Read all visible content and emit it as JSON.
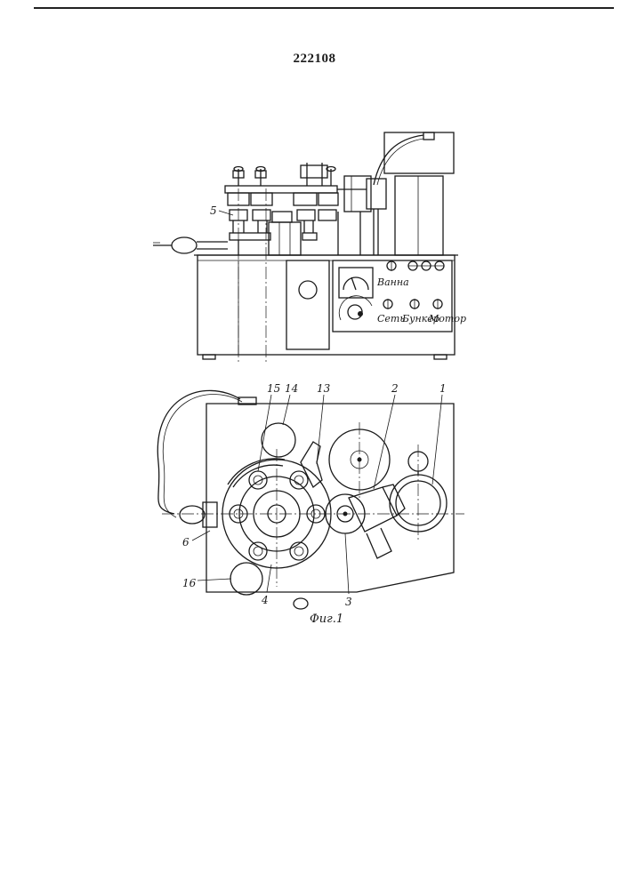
{
  "document": {
    "patent_number": "222108",
    "figure_caption": "Фиг.1"
  },
  "front_view": {
    "label_5": "5",
    "panel_bath": "Ванна",
    "panel_network": "Сеть",
    "panel_bunker": "Бункер",
    "panel_motor": "Мотор"
  },
  "top_view": {
    "callouts": [
      "15",
      "14",
      "13",
      "2",
      "1",
      "6",
      "16",
      "4",
      "3"
    ]
  },
  "colors": {
    "ink": "#1a1a1a",
    "paper": "#ffffff"
  }
}
